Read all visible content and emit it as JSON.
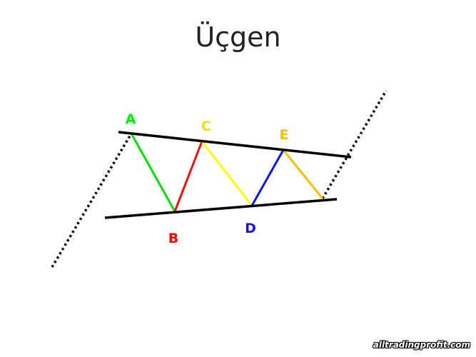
{
  "title": "Üçgen",
  "watermark": "alltradingprofit.com",
  "points": {
    "A": {
      "label": "A",
      "color": "#00ee00"
    },
    "B": {
      "label": "B",
      "color": "#ff0000"
    },
    "C": {
      "label": "C",
      "color": "#f5dd00"
    },
    "D": {
      "label": "D",
      "color": "#1515e0"
    },
    "E": {
      "label": "E",
      "color": "#f5c000"
    }
  },
  "leg_colors": {
    "A_B": "#00dd00",
    "B_C": "#ee1111",
    "C_D": "#ffff00",
    "D_E": "#1010ee",
    "E_end": "#f5c000"
  },
  "line_color": "#000000"
}
